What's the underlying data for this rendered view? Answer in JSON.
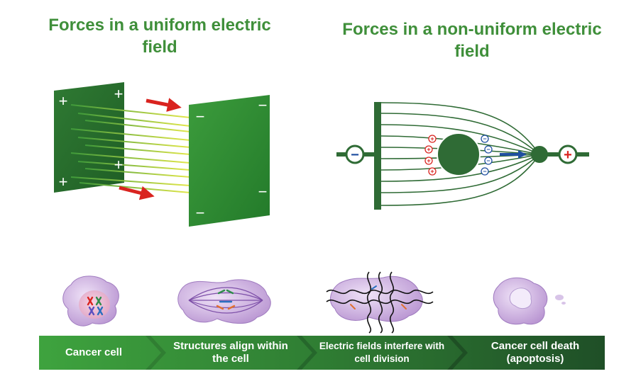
{
  "titles": {
    "uniform": "Forces in a uniform electric field",
    "non_uniform": "Forces in a non-uniform electric field"
  },
  "uniform_field": {
    "left_plate_signs": [
      "+",
      "+",
      "+",
      "+"
    ],
    "right_plate_signs": [
      "−",
      "−",
      "−",
      "−"
    ]
  },
  "non_uniform_field": {
    "negative_terminal": "−",
    "positive_terminal": "+",
    "charges_left": [
      "+",
      "+",
      "+",
      "+"
    ],
    "charges_right": [
      "−",
      "−",
      "−",
      "−"
    ]
  },
  "process_steps": [
    {
      "label": "Cancer cell"
    },
    {
      "label": "Structures align within the cell"
    },
    {
      "label": "Electric fields interfere with cell division"
    },
    {
      "label": "Cancer cell death (apoptosis)"
    }
  ],
  "colors": {
    "title_green": "#3f8f3a",
    "plate_green": "#2e7d32",
    "arrow_red": "#d9231f",
    "arrow_blue": "#1f4fa0",
    "field_line_green": "#2f6b35",
    "cell_purple": "#c9a8dd",
    "banner_green": "#3a8a3a"
  }
}
